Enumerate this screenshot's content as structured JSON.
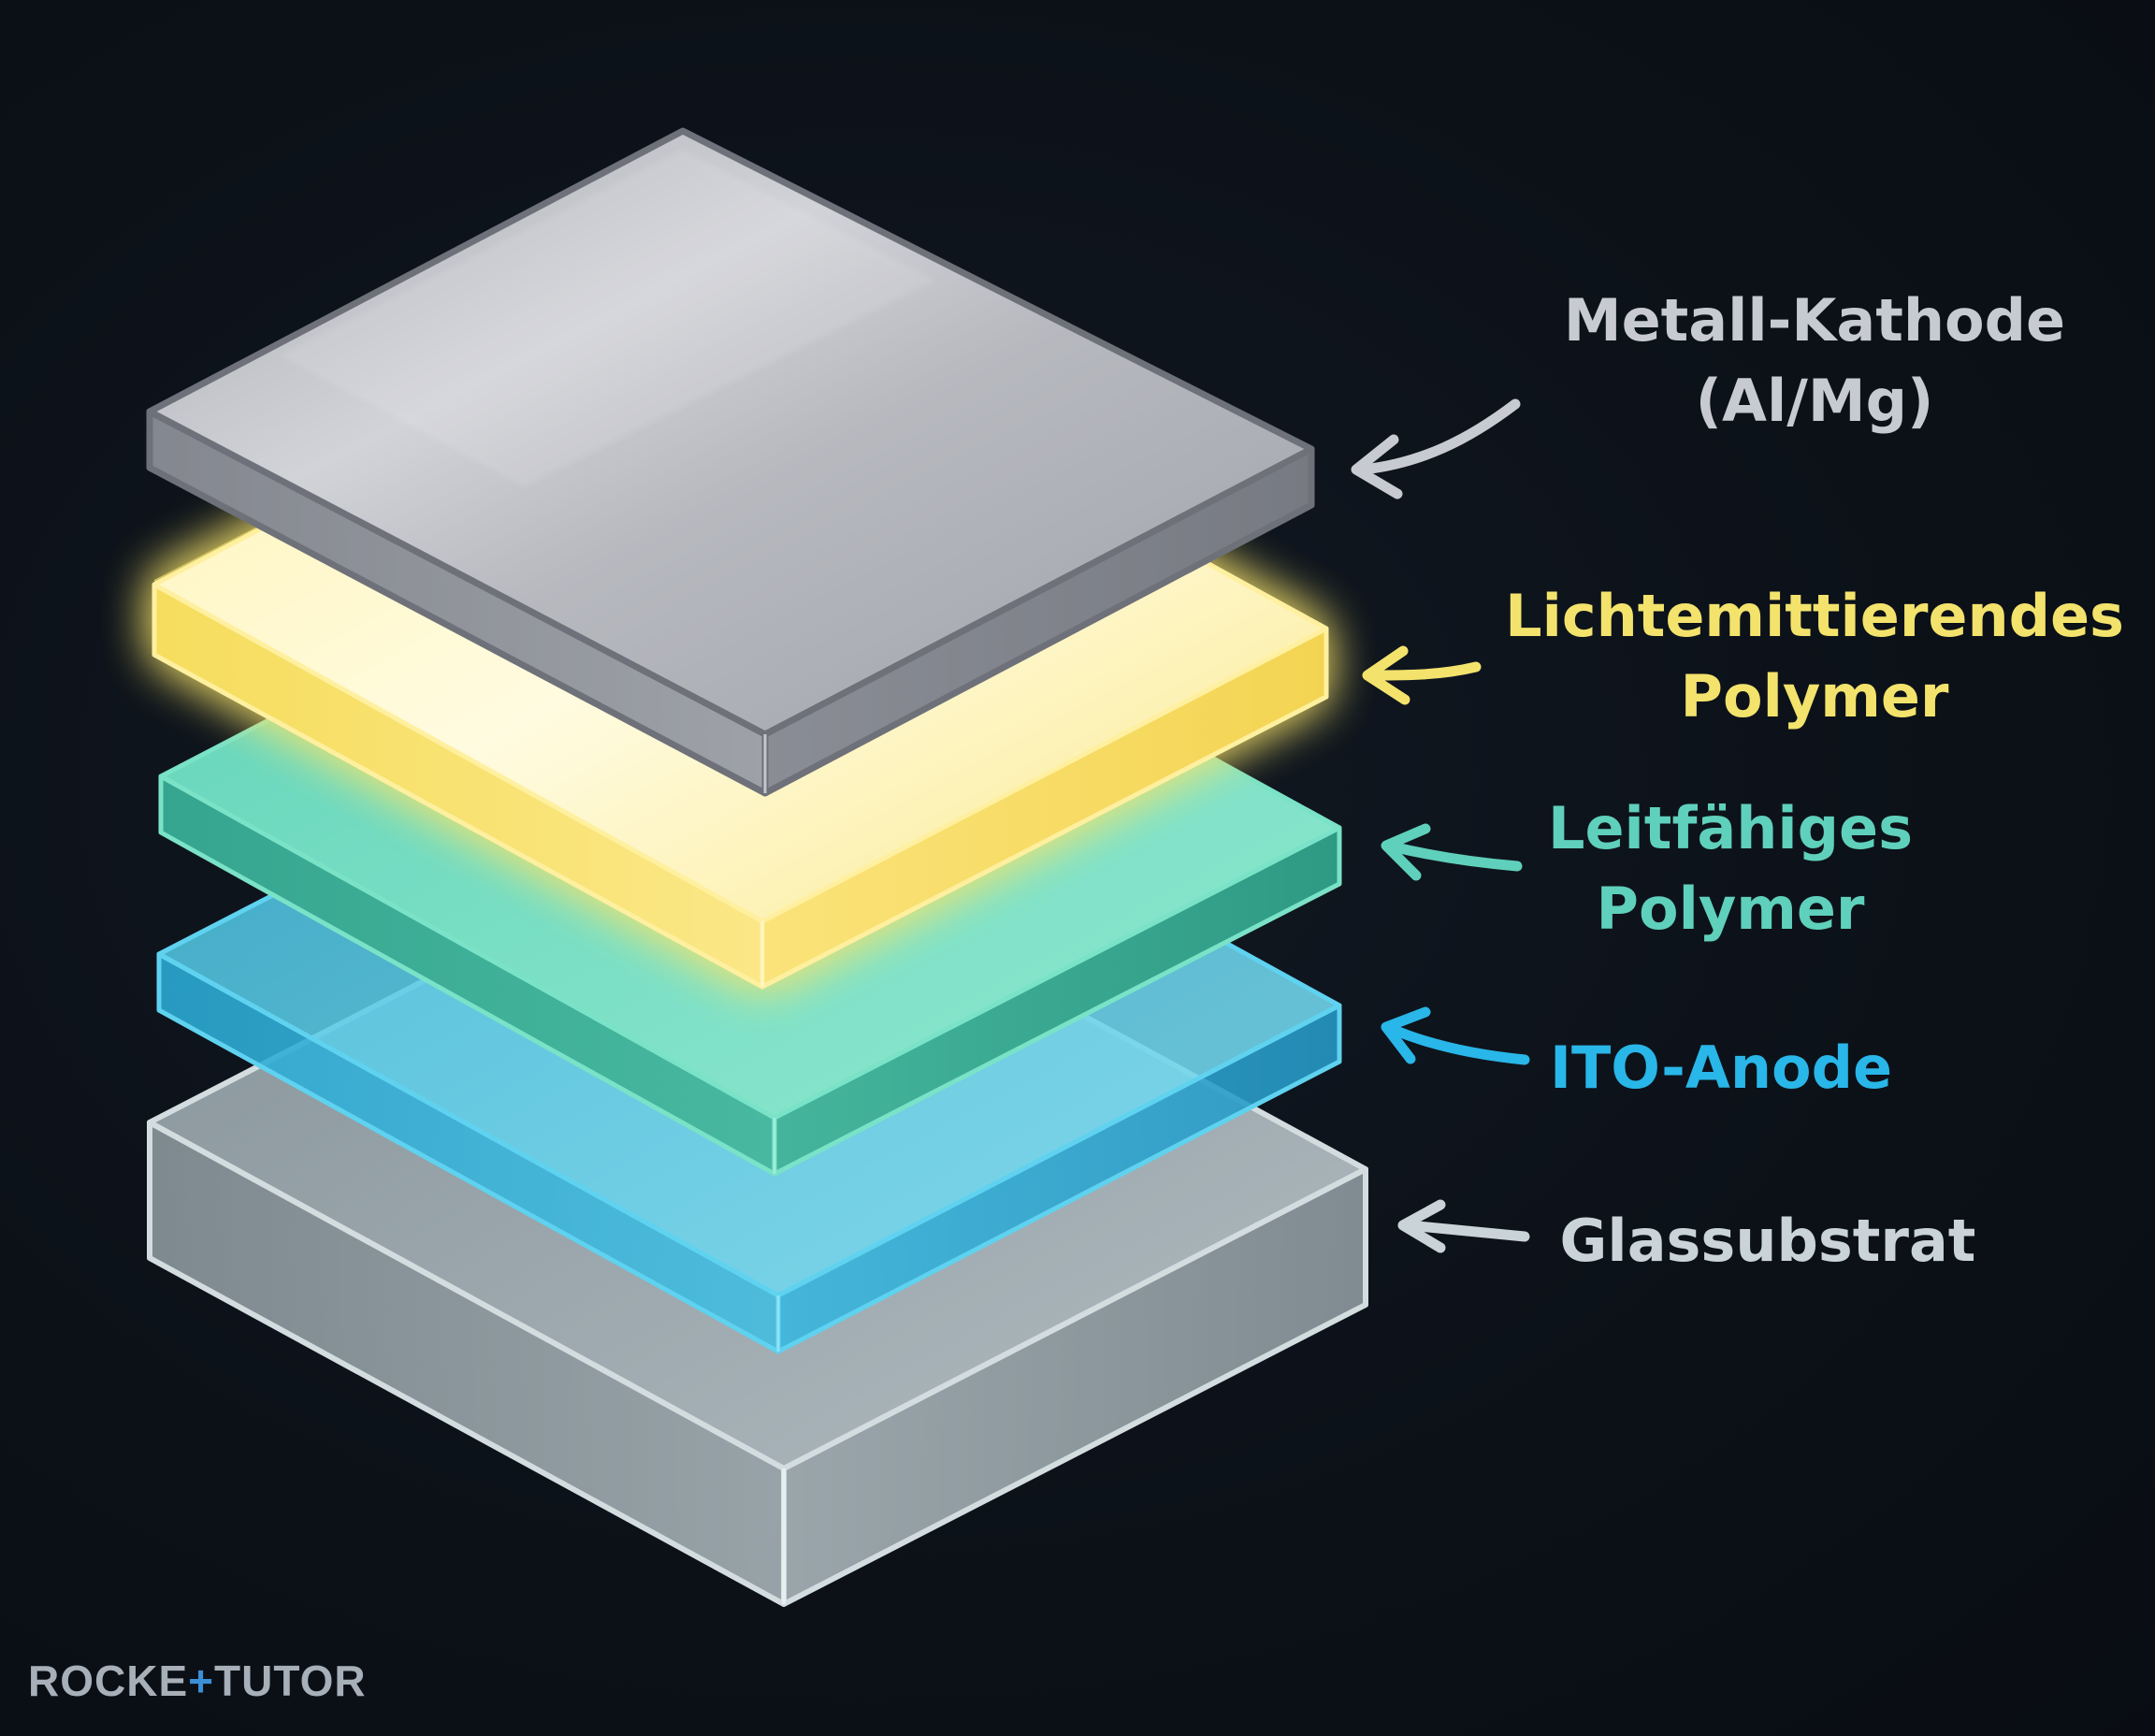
{
  "colors": {
    "background": "#0c1118",
    "cathode": "#b9bcc4",
    "emitter": "#f4e27a",
    "conductive": "#55c7b0",
    "anode": "#4cc4e2",
    "glass": "#b4c1c6"
  },
  "layers": [
    {
      "id": "cathode",
      "label_lines": [
        "Metall-Kathode",
        "(Al/Mg)"
      ],
      "label_color": "#c7cad1"
    },
    {
      "id": "emitter",
      "label_lines": [
        "Lichtemittierendes",
        "Polymer"
      ],
      "label_color": "#f3e36c"
    },
    {
      "id": "conductive",
      "label_lines": [
        "Leitfähiges",
        "Polymer"
      ],
      "label_color": "#5fd0bb"
    },
    {
      "id": "anode",
      "label_lines": [
        "ITO-Anode"
      ],
      "label_color": "#29b6e8"
    },
    {
      "id": "glass",
      "label_lines": [
        "Glassubstrat"
      ],
      "label_color": "#c9d3d8"
    }
  ],
  "watermark": {
    "left": "ROCKE",
    "mark": "+",
    "right": "TUTOR"
  }
}
